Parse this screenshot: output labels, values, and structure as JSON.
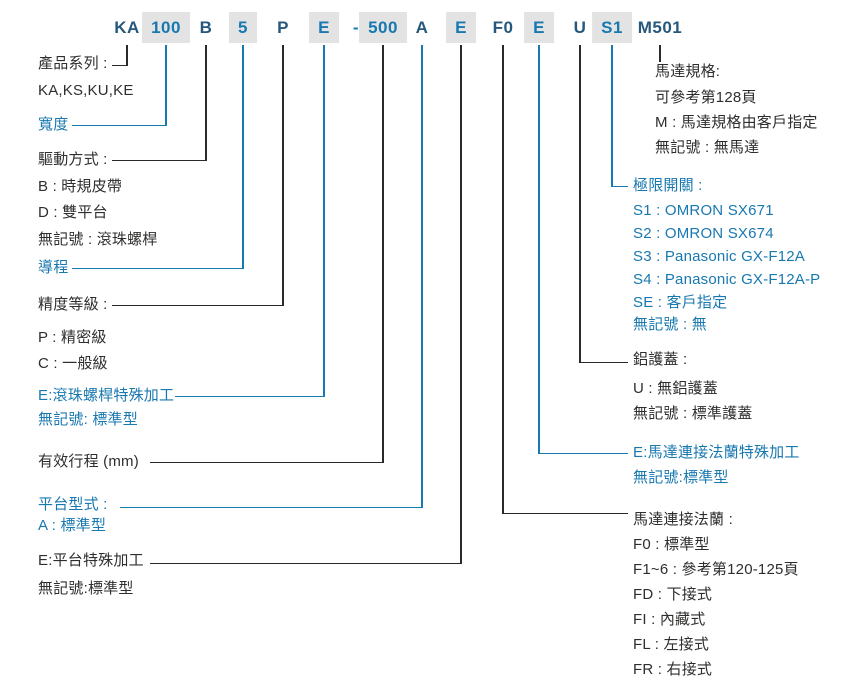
{
  "diagram_title": "product-ordering-code-breakdown",
  "colors": {
    "accent_blue": "#1878b0",
    "code_dark_navy": "#25587c",
    "text_black": "#2f2e2d",
    "segment_shade_gray": "#e3e3e3",
    "background": "#ffffff"
  },
  "model_code": {
    "segments": [
      {
        "text": "KA",
        "tone": "dark",
        "shaded": false
      },
      {
        "text": "100",
        "tone": "blue",
        "shaded": true
      },
      {
        "text": "B",
        "tone": "dark",
        "shaded": false
      },
      {
        "text": "5",
        "tone": "blue",
        "shaded": true
      },
      {
        "text": "P",
        "tone": "dark",
        "shaded": false
      },
      {
        "text": "E",
        "tone": "blue",
        "shaded": true
      },
      {
        "text": "-",
        "tone": "blue",
        "shaded": false
      },
      {
        "text": "500",
        "tone": "blue",
        "shaded": true
      },
      {
        "text": "A",
        "tone": "dark",
        "shaded": false
      },
      {
        "text": "E",
        "tone": "blue",
        "shaded": true
      },
      {
        "text": "F0",
        "tone": "dark",
        "shaded": false
      },
      {
        "text": "E",
        "tone": "blue",
        "shaded": true
      },
      {
        "text": "U",
        "tone": "dark",
        "shaded": false
      },
      {
        "text": "S1",
        "tone": "blue",
        "shaded": true
      },
      {
        "text": "M501",
        "tone": "dark",
        "shaded": false
      }
    ]
  },
  "left_groups": [
    {
      "title": "產品系列 :",
      "items": [
        "KA,KS,KU,KE"
      ],
      "color": "black"
    },
    {
      "title": "寬度",
      "items": [],
      "color": "blue"
    },
    {
      "title": "驅動方式 :",
      "items": [
        "B : 時規皮帶",
        "D : 雙平台",
        "無記號 : 滾珠螺桿"
      ],
      "color": "black"
    },
    {
      "title": "導程",
      "items": [],
      "color": "blue"
    },
    {
      "title": "精度等級 :",
      "items": [
        "P : 精密級",
        "C : 一般級"
      ],
      "color": "black"
    },
    {
      "title": "E:滾珠螺桿特殊加工",
      "items": [
        "無記號: 標準型"
      ],
      "color": "blue"
    },
    {
      "title": "有效行程 (mm)",
      "items": [],
      "color": "black"
    },
    {
      "title": "平台型式 :",
      "items": [
        "A : 標準型"
      ],
      "color": "blue"
    },
    {
      "title": "E:平台特殊加工",
      "items": [
        "無記號:標準型"
      ],
      "color": "black"
    }
  ],
  "right_groups": [
    {
      "title": "馬達規格:",
      "items": [
        "可參考第128頁",
        "M : 馬達規格由客戶指定",
        "無記號 : 無馬達"
      ],
      "color": "black"
    },
    {
      "title": "極限開關 :",
      "items": [
        "S1 : OMRON SX671",
        "S2 : OMRON SX674",
        "S3 : Panasonic GX-F12A",
        "S4 : Panasonic GX-F12A-P",
        "SE : 客戶指定",
        "無記號 : 無"
      ],
      "color": "blue"
    },
    {
      "title": "鋁護蓋 :",
      "items": [
        "U : 無鋁護蓋",
        "無記號 : 標準護蓋"
      ],
      "color": "black"
    },
    {
      "title": "E:馬達連接法蘭特殊加工",
      "items": [
        "無記號:標準型"
      ],
      "color": "blue"
    },
    {
      "title": "馬達連接法蘭 :",
      "items": [
        "F0 : 標準型",
        "F1~6 : 參考第120-125頁",
        "FD : 下接式",
        "FI : 內藏式",
        "FL : 左接式",
        "FR : 右接式"
      ],
      "color": "black"
    }
  ]
}
